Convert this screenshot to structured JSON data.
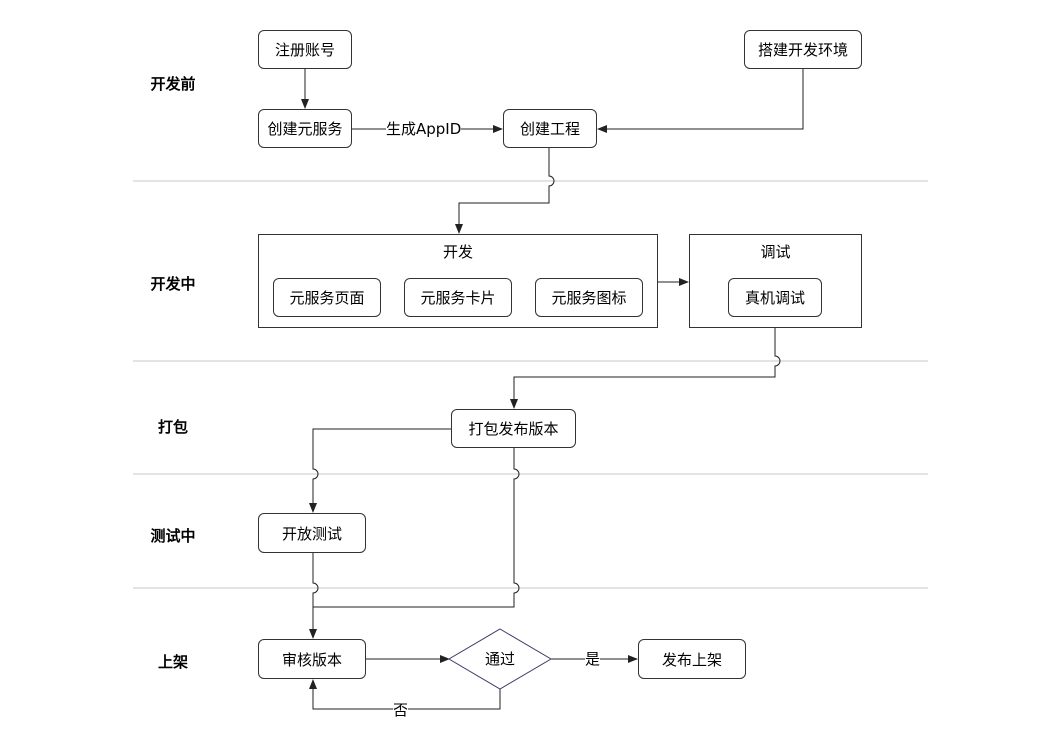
{
  "phases": {
    "before": "开发前",
    "during": "开发中",
    "package": "打包",
    "testing": "测试中",
    "release": "上架"
  },
  "nodes": {
    "register": "注册账号",
    "setup_env": "搭建开发环境",
    "create_service": "创建元服务",
    "create_project": "创建工程",
    "page": "元服务页面",
    "card": "元服务卡片",
    "icon": "元服务图标",
    "device_debug": "真机调试",
    "package_release": "打包发布版本",
    "open_test": "开放测试",
    "review": "审核版本",
    "pass": "通过",
    "publish": "发布上架"
  },
  "groups": {
    "develop": "开发",
    "debug": "调试"
  },
  "edges": {
    "appid": "生成AppID",
    "yes": "是",
    "no": "否"
  },
  "colors": {
    "line": "#333333",
    "separator": "#c8c8c8",
    "diamond_border": "#3a3a6a"
  }
}
